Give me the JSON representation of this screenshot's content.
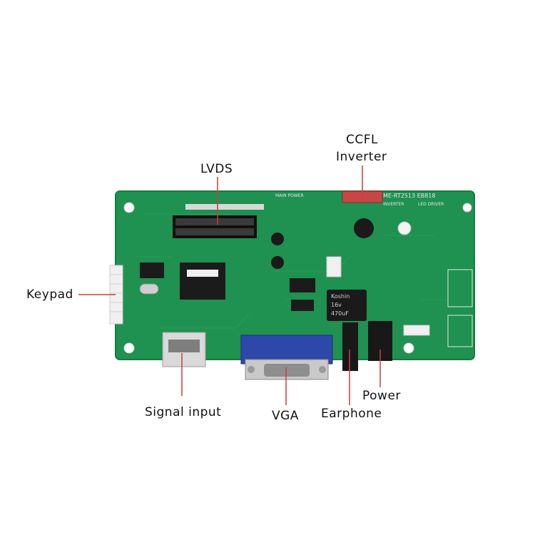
{
  "labels": {
    "ccfl_line1": "CCFL",
    "ccfl_line2": "Inverter",
    "lvds": "LVDS",
    "keypad": "Keypad",
    "signal_input": "Signal input",
    "vga": "VGA",
    "earphone": "Earphone",
    "power": "Power"
  },
  "board_text": {
    "model": "ME-RT2513 EB818",
    "led_driver": "LED DRIVER",
    "inverter": "INVERTER",
    "main_power": "MAIN POWER",
    "capacitor_brand": "Koshin",
    "capacitor_voltage": "16v",
    "capacitor_value": "470uF"
  },
  "colors": {
    "pcb": "#1f9150",
    "callout_line": "#d23a3a",
    "vga_connector": "#2d48a8"
  }
}
